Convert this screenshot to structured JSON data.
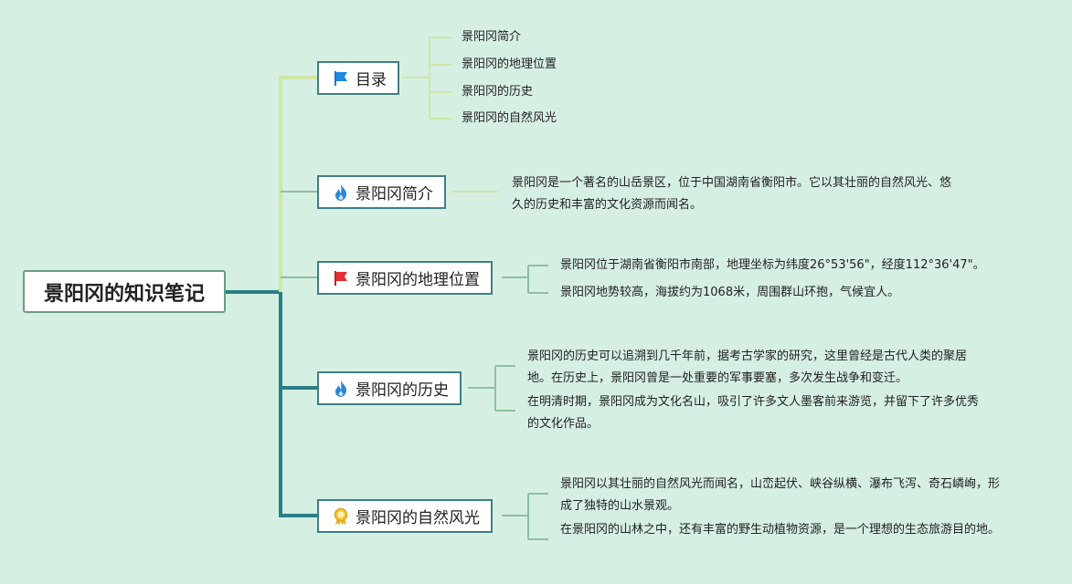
{
  "root": {
    "label": "景阳冈的知识笔记"
  },
  "branches": [
    {
      "label": "目录",
      "icon": "blue-flag-icon",
      "children": [
        "景阳冈简介",
        "景阳冈的地理位置",
        "景阳冈的历史",
        "景阳冈的自然风光"
      ]
    },
    {
      "label": "景阳冈简介",
      "icon": "blue-flame-icon",
      "children": [
        "景阳冈是一个著名的山岳景区，位于中国湖南省衡阳市。它以其壮丽的自然风光、悠久的历史和丰富的文化资源而闻名。"
      ]
    },
    {
      "label": "景阳冈的地理位置",
      "icon": "red-flag-icon",
      "children": [
        "景阳冈位于湖南省衡阳市南部，地理坐标为纬度26°53'56\"，经度112°36'47\"。",
        "景阳冈地势较高，海拔约为1068米，周围群山环抱，气候宜人。"
      ]
    },
    {
      "label": "景阳冈的历史",
      "icon": "blue-flame-icon",
      "children": [
        "景阳冈的历史可以追溯到几千年前，据考古学家的研究，这里曾经是古代人类的聚居地。在历史上，景阳冈曾是一处重要的军事要塞，多次发生战争和变迁。",
        "在明清时期，景阳冈成为文化名山，吸引了许多文人墨客前来游览，并留下了许多优秀的文化作品。"
      ]
    },
    {
      "label": "景阳冈的自然风光",
      "icon": "award-medal-icon",
      "children": [
        "景阳冈以其壮丽的自然风光而闻名，山峦起伏、峡谷纵横、瀑布飞泻、奇石嶙峋，形成了独特的山水景观。",
        "在景阳冈的山林之中，还有丰富的野生动植物资源，是一个理想的生态旅游目的地。"
      ]
    }
  ],
  "colors": {
    "background": "#d6efe3",
    "trunk": "#2a7f84",
    "toc_branch": "#cfe6a6",
    "thin_branch": "#8fbfa0",
    "node_border": "#3f7f86"
  }
}
